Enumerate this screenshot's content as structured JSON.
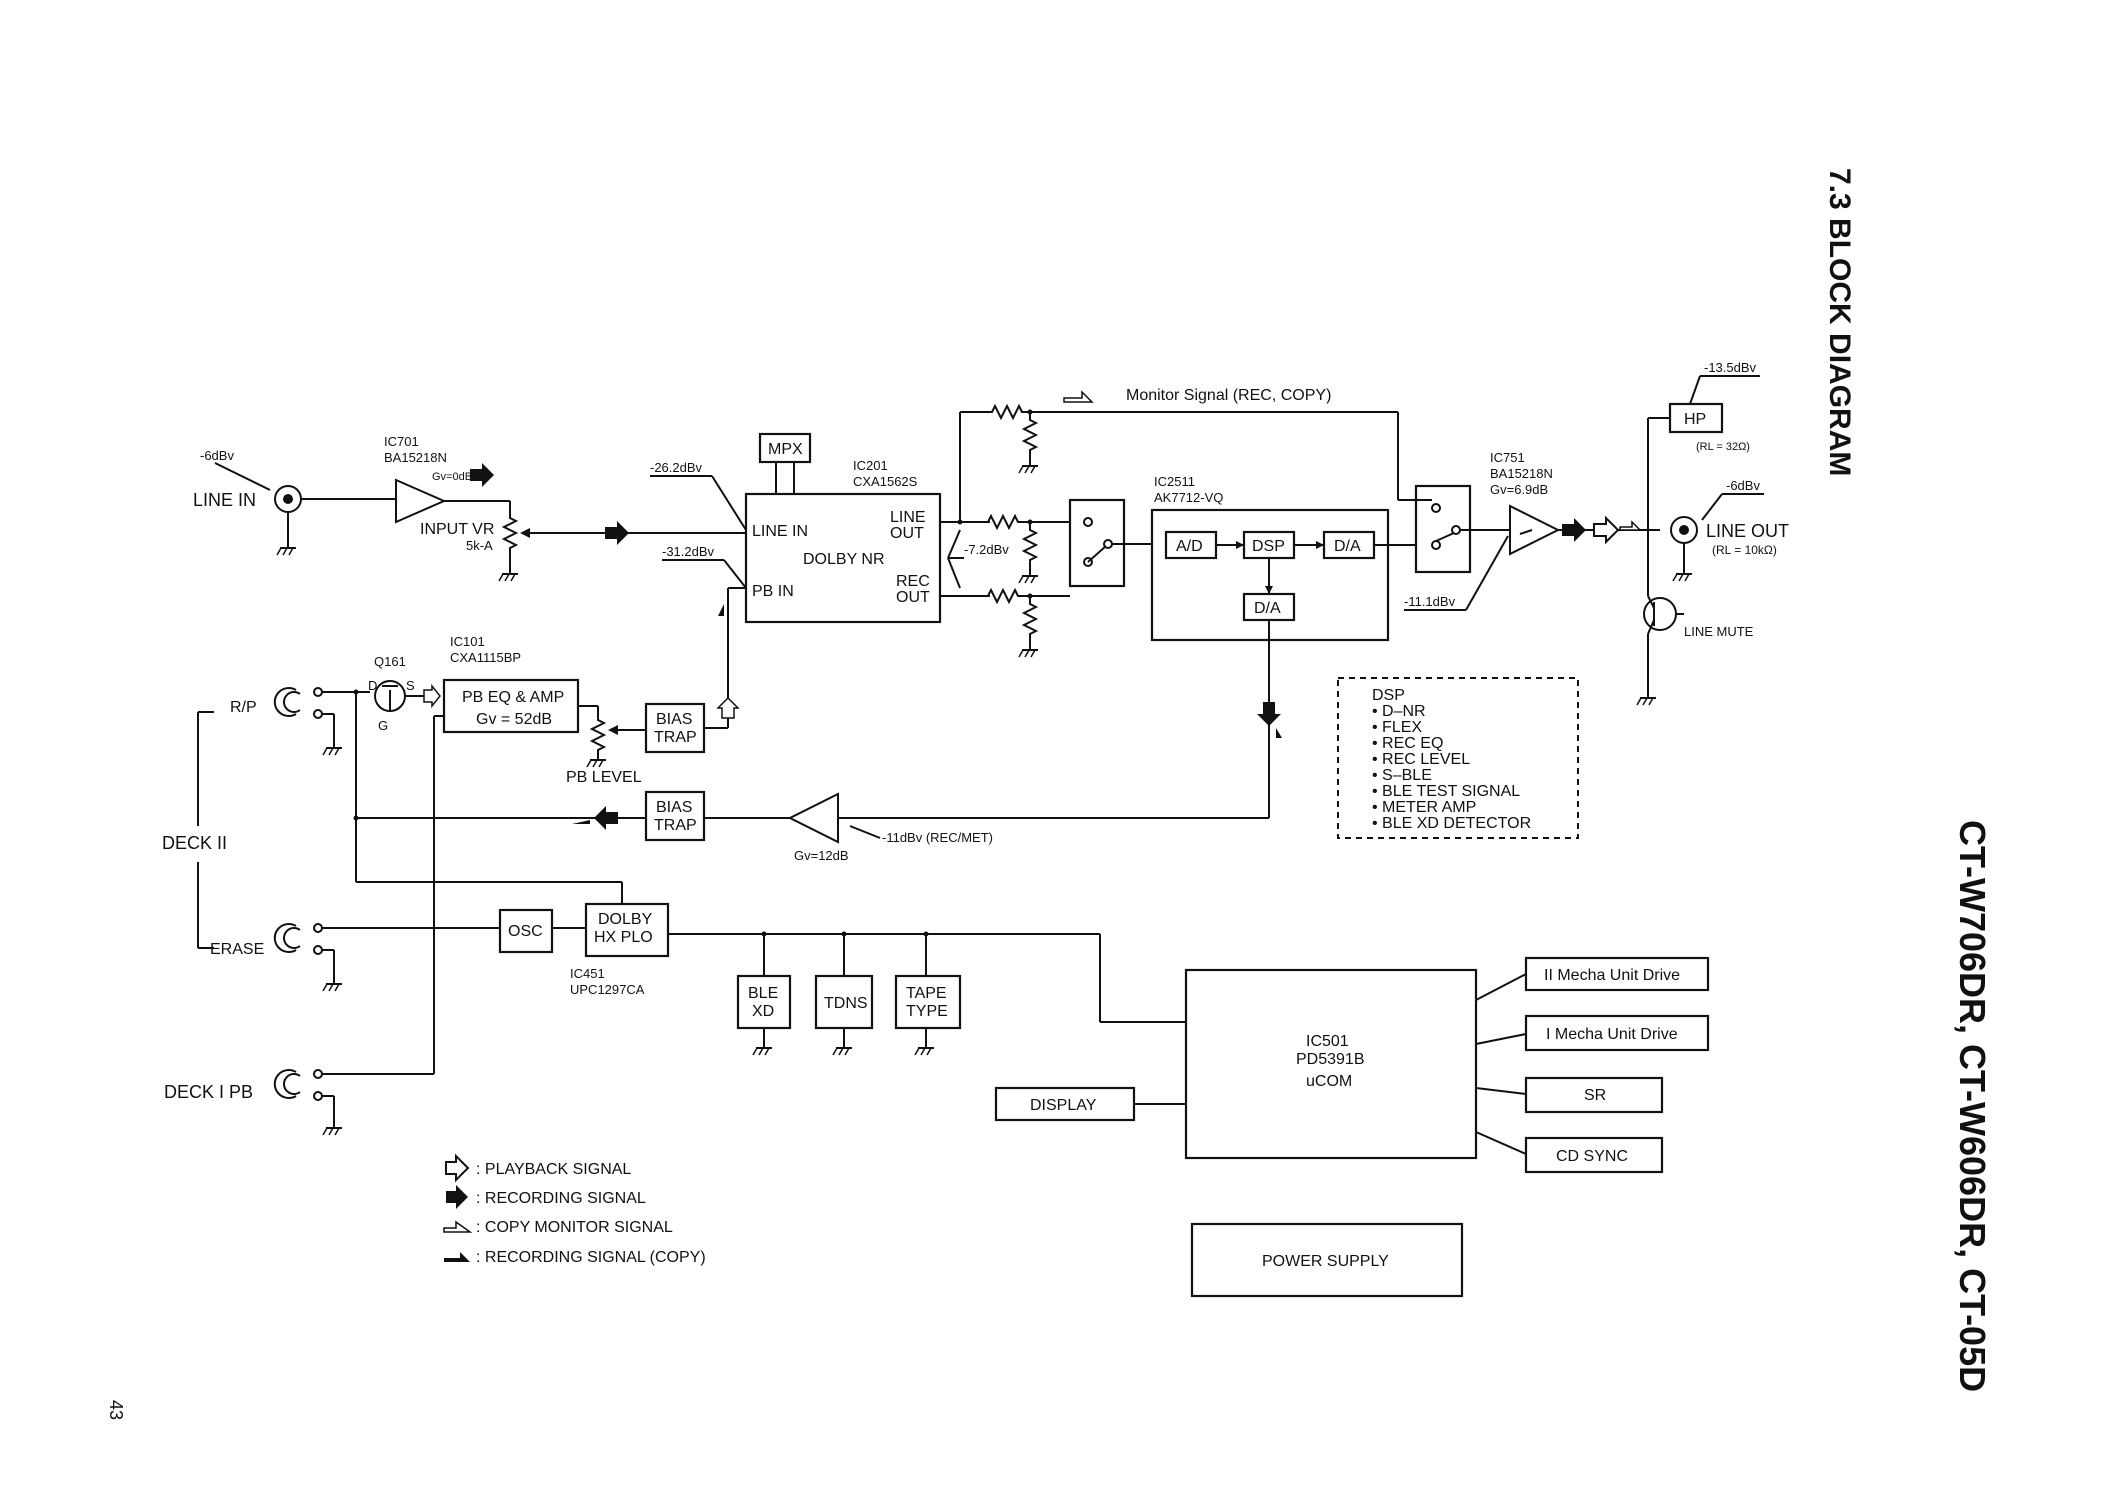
{
  "title": "7.3 BLOCK DIAGRAM",
  "models": "CT-W706DR, CT-W606DR, CT-05D",
  "page_number": "43",
  "line_in": {
    "label": "LINE IN",
    "level": "-6dBv"
  },
  "ic701": {
    "name": "IC701",
    "part": "BA15218N",
    "gain": "Gv=0dB"
  },
  "input_vr": {
    "label": "INPUT VR",
    "value": "5k-A"
  },
  "level_line_in": "-26.2dBv",
  "level_pb_in": "-31.2dBv",
  "mpx": "MPX",
  "ic201": {
    "name": "IC201",
    "part": "CXA1562S",
    "line_in": "LINE IN",
    "pb_in": "PB IN",
    "line_out_1": "LINE",
    "line_out_2": "OUT",
    "dolby": "DOLBY NR",
    "rec_out_1": "REC",
    "rec_out_2": "OUT"
  },
  "level_mid": "-7.2dBv",
  "monitor_signal": "Monitor Signal (REC, COPY)",
  "ic2511": {
    "name": "IC2511",
    "part": "AK7712-VQ",
    "ad": "A/D",
    "dsp": "DSP",
    "da1": "D/A",
    "da2": "D/A"
  },
  "level_out": "-11.1dBv",
  "ic751": {
    "name": "IC751",
    "part": "BA15218N",
    "gain": "Gv=6.9dB"
  },
  "hp": {
    "label": "HP",
    "level": "-13.5dBv",
    "rl": "(RL = 32Ω)"
  },
  "line_out": {
    "label": "LINE OUT",
    "level": "-6dBv",
    "rl": "(RL = 10kΩ)"
  },
  "line_mute": "LINE MUTE",
  "dsp_box": {
    "title": "DSP",
    "items": [
      "• D–NR",
      "• FLEX",
      "• REC EQ",
      "• REC LEVEL",
      "• S–BLE",
      "• BLE TEST SIGNAL",
      "• METER AMP",
      "• BLE XD DETECTOR"
    ]
  },
  "q161": {
    "name": "Q161",
    "d": "D",
    "s": "S",
    "g": "G"
  },
  "ic101": {
    "name": "IC101",
    "part": "CXA1115BP",
    "line1": "PB EQ & AMP",
    "line2": "Gv = 52dB"
  },
  "pb_level": "PB LEVEL",
  "bias_trap_1": {
    "line1": "BIAS",
    "line2": "TRAP"
  },
  "bias_trap_2": {
    "line1": "BIAS",
    "line2": "TRAP"
  },
  "rec_amp": {
    "gain": "Gv=12dB",
    "level": "-11dBv (REC/MET)"
  },
  "deck2": {
    "label": "DECK II",
    "rp": "R/P",
    "erase": "ERASE"
  },
  "deck1": {
    "label": "DECK I PB"
  },
  "osc": "OSC",
  "dolby_hx": {
    "line1": "DOLBY",
    "line2": "HX PLO",
    "ic": "IC451",
    "part": "UPC1297CA"
  },
  "ble_xd": {
    "line1": "BLE",
    "line2": "XD"
  },
  "tdns": "TDNS",
  "tape_type": {
    "line1": "TAPE",
    "line2": "TYPE"
  },
  "ic501": {
    "name": "IC501",
    "part": "PD5391B",
    "func": "uCOM"
  },
  "display": "DISPLAY",
  "mecha2": "II Mecha Unit Drive",
  "mecha1": "I Mecha Unit Drive",
  "sr": "SR",
  "cd_sync": "CD SYNC",
  "power_supply": "POWER SUPPLY",
  "legend": {
    "playback": ": PLAYBACK SIGNAL",
    "recording": ": RECORDING SIGNAL",
    "copy_monitor": ": COPY MONITOR SIGNAL",
    "recording_copy": ": RECORDING SIGNAL (COPY)"
  }
}
